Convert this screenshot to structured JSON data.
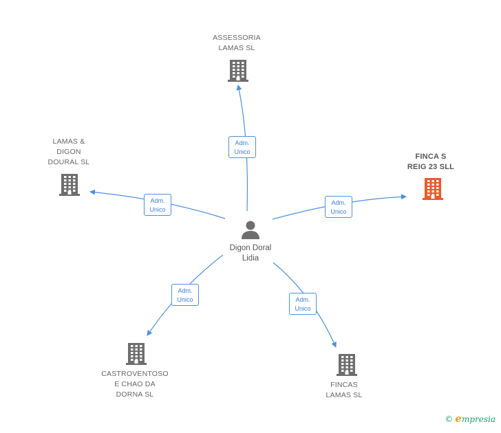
{
  "center": {
    "name_lines": [
      "Digon Doral",
      "Lidia"
    ]
  },
  "companies": [
    {
      "id": "assessoria",
      "name_lines": [
        "ASSESSORIA",
        "LAMAS SL"
      ],
      "highlight": false
    },
    {
      "id": "lamas-digon",
      "name_lines": [
        "LAMAS &",
        "DIGON",
        "DOURAL SL"
      ],
      "highlight": false
    },
    {
      "id": "fincas-reig",
      "name_lines": [
        "FINCA S",
        "REIG 23 SLL"
      ],
      "highlight": true
    },
    {
      "id": "castroventoso",
      "name_lines": [
        "CASTROVENTOSO",
        "E CHAO DA",
        "DORNA SL"
      ],
      "highlight": false
    },
    {
      "id": "fincas-lamas",
      "name_lines": [
        "FINCAS",
        "LAMAS SL"
      ],
      "highlight": false
    }
  ],
  "edges": [
    {
      "to": "assessoria",
      "role_lines": [
        "Adm.",
        "Unico"
      ]
    },
    {
      "to": "lamas-digon",
      "role_lines": [
        "Adm.",
        "Unico"
      ]
    },
    {
      "to": "fincas-reig",
      "role_lines": [
        "Adm.",
        "Unico"
      ]
    },
    {
      "to": "castroventoso",
      "role_lines": [
        "Adm.",
        "Unico"
      ]
    },
    {
      "to": "fincas-lamas",
      "role_lines": [
        "Adm.",
        "Unico"
      ]
    }
  ],
  "colors": {
    "edge": "#4a90e2",
    "building": "#6e6e6e",
    "building_highlight": "#f0582a",
    "person": "#6e6e6e"
  },
  "brand": {
    "copyright": "©",
    "initial": "e",
    "rest": "mpresia"
  }
}
